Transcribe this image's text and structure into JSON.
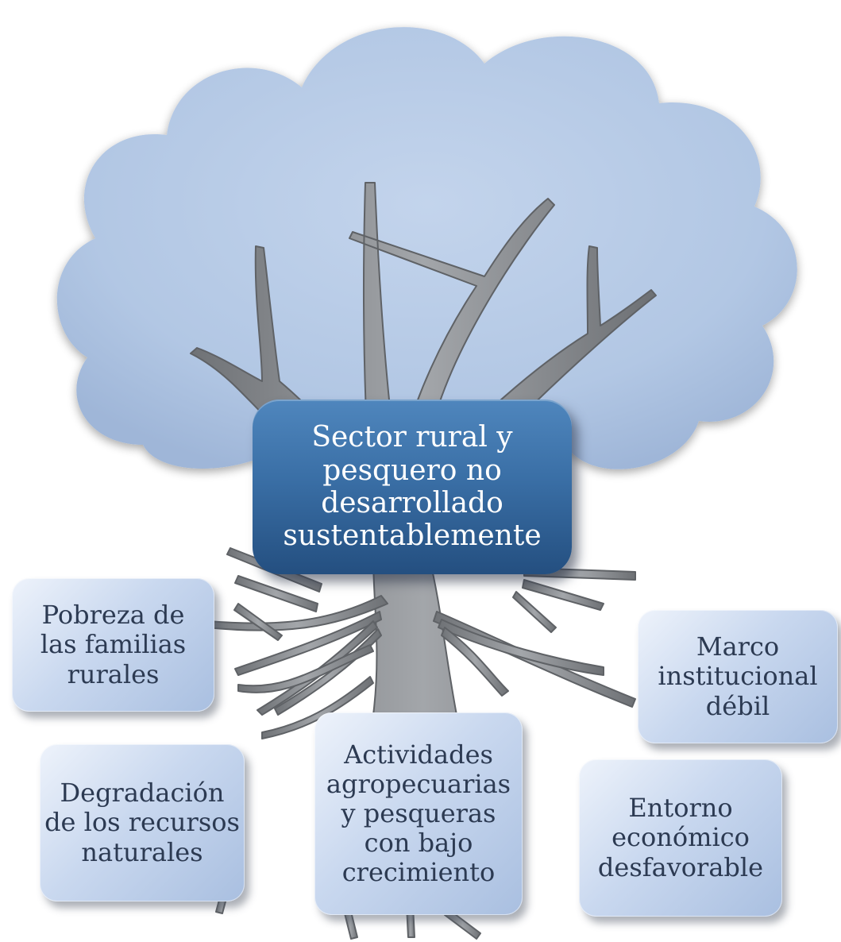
{
  "diagram": {
    "colors": {
      "canopy": "#b4c8e5",
      "trunk": "#8e9195",
      "center_box": "#2f5f95",
      "boxes": "#c6d6ee",
      "text": "#2c3a52"
    },
    "center": {
      "label": "Sector rural y\npesquero no\ndesarrollado\nsustentablemente"
    },
    "roots": [
      {
        "label": "Pobreza de\nlas familias\nrurales"
      },
      {
        "label": "Marco\ninstitucional\ndébil"
      },
      {
        "label": "Actividades\nagropecuarias\ny pesqueras\ncon bajo\ncrecimiento"
      },
      {
        "label": "Degradación\nde los recursos\nnaturales"
      },
      {
        "label": "Entorno\neconómico\ndesfavorable"
      }
    ]
  }
}
